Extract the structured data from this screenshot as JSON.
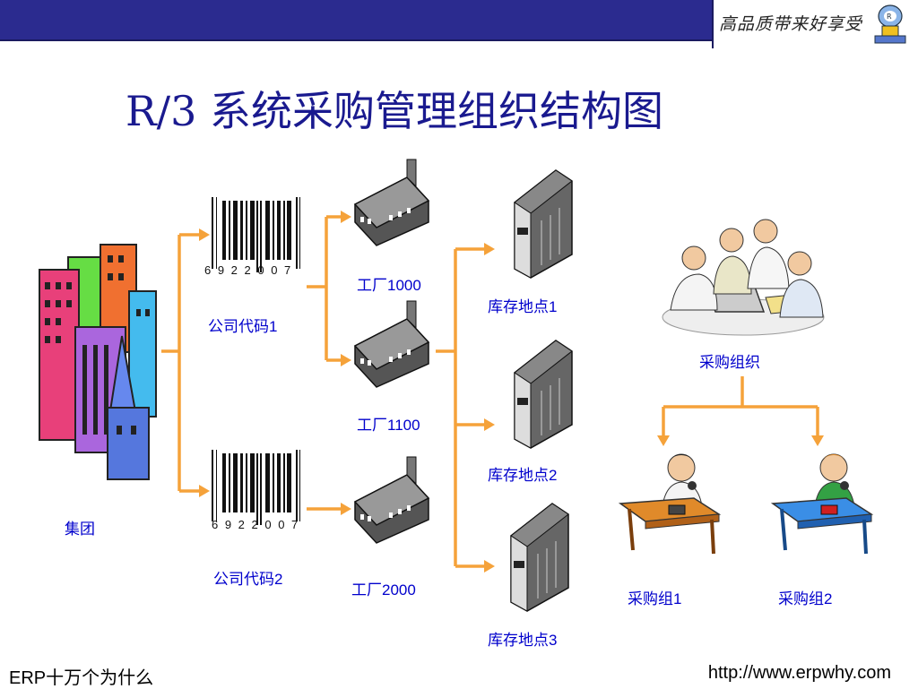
{
  "header": {
    "slogan": "高品质带来好享受",
    "title": "R/3 系统采购管理组织结构图"
  },
  "nodes": {
    "group": "集团",
    "company1": "公司代码1",
    "company2": "公司代码2",
    "barcode_number": "6 9 2 2 0 0 7",
    "plant1000": "工厂1000",
    "plant1100": "工厂1100",
    "plant2000": "工厂2000",
    "storage1": "库存地点1",
    "storage2": "库存地点2",
    "storage3": "库存地点3",
    "purch_org": "采购组织",
    "purch_group1": "采购组1",
    "purch_group2": "采购组2"
  },
  "footer": {
    "left": "ERP十万个为什么",
    "right": "http://www.erpwhy.com"
  },
  "colors": {
    "connector": "#f5a23a",
    "label": "#0000cc",
    "title": "#1a1a8f",
    "topbar": "#2b2b8f"
  }
}
